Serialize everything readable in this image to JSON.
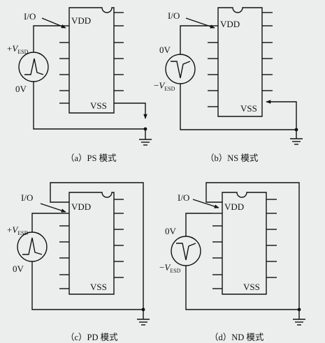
{
  "colors": {
    "background": "#eceeed",
    "ink": "#111111"
  },
  "panels": [
    {
      "id": "a",
      "caption": "（a）PS 模式",
      "io_label": "I/O",
      "vdd_label": "VDD",
      "vss_label": "VSS",
      "source_top_label": {
        "sign": "+",
        "v": "V",
        "sub": "ESD"
      },
      "source_bottom_label": {
        "text": "0V"
      },
      "pulse": "positive"
    },
    {
      "id": "b",
      "caption": "（b）NS 模式",
      "io_label": "I/O",
      "vdd_label": "VDD",
      "vss_label": "VSS",
      "source_top_label": {
        "text": "0V"
      },
      "source_bottom_label": {
        "sign": "−",
        "v": "V",
        "sub": "ESD"
      },
      "pulse": "negative"
    },
    {
      "id": "c",
      "caption": "（c）PD 模式",
      "io_label": "I/O",
      "vdd_label": "VDD",
      "vss_label": "VSS",
      "source_top_label": {
        "sign": "+",
        "v": "V",
        "sub": "ESD"
      },
      "source_bottom_label": {
        "text": "0V"
      },
      "pulse": "positive"
    },
    {
      "id": "d",
      "caption": "（d）ND 模式",
      "io_label": "I/O",
      "vdd_label": "VDD",
      "vss_label": "VSS",
      "source_top_label": {
        "text": "0V"
      },
      "source_bottom_label": {
        "sign": "−",
        "v": "V",
        "sub": "ESD"
      },
      "pulse": "negative"
    }
  ]
}
